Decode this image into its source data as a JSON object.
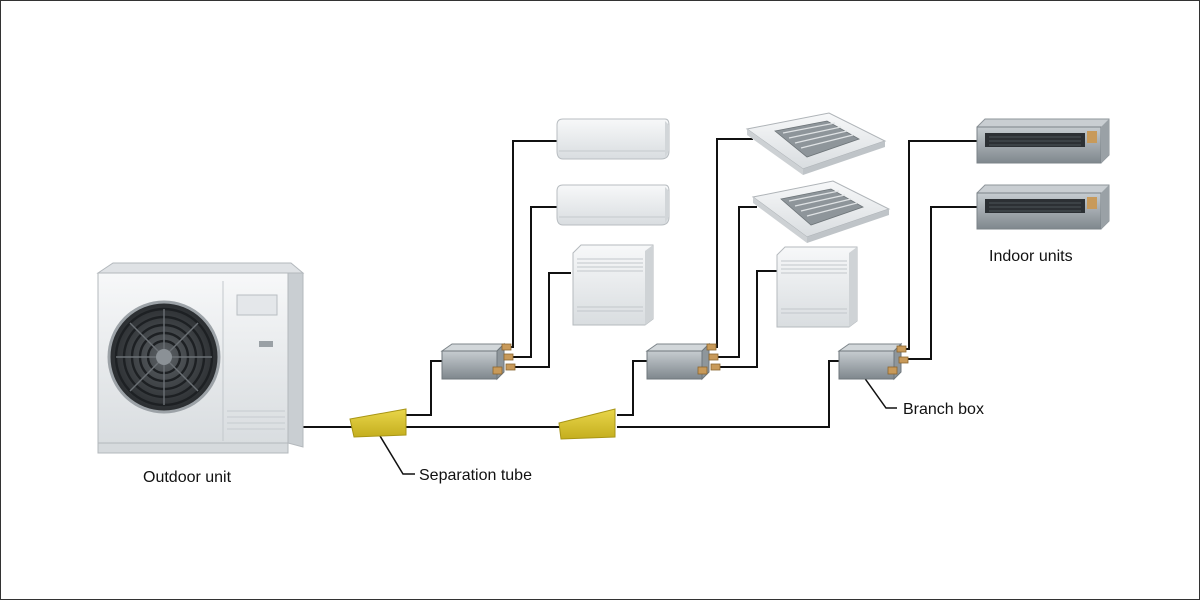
{
  "labels": {
    "outdoor_unit": "Outdoor unit",
    "separation_tube": "Separation tube",
    "branch_box": "Branch box",
    "indoor_units": "Indoor units"
  },
  "colors": {
    "pipe": "#111111",
    "separation_tube": "#d8c52c",
    "unit_body": "#eceef0",
    "unit_shadow": "#b9bec3",
    "branch_box": "#9aa2a8"
  }
}
